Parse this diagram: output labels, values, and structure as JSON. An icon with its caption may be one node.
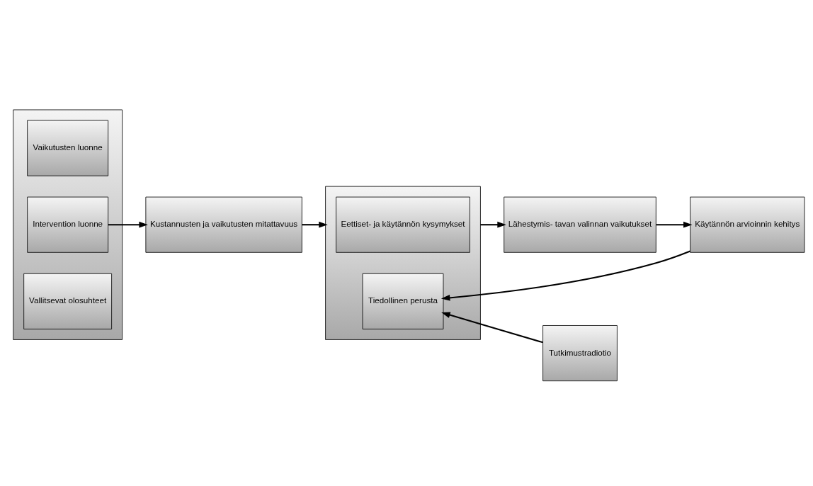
{
  "diagram": {
    "nodes": [
      {
        "text": [],
        "shape": "box"
      },
      {
        "text": [
          "Vaikutusten luonne"
        ],
        "in": 0
      },
      {
        "text": [
          "Intervention luonne"
        ],
        "in": 0
      },
      {
        "text": [
          "Vallitsevat olosuhteet"
        ],
        "in": 0
      },
      {
        "text": [
          "Kustannusten ja vaikutusten mitattavuus"
        ]
      },
      {
        "text": [],
        "shape": "box"
      },
      {
        "text": [
          "Eettiset- ja käytännön kysymykset"
        ],
        "in": 5
      },
      {
        "text": [
          "Tiedollinen perusta"
        ],
        "in": 5
      },
      {
        "text": [
          "Lähestymis- tavan valinnan vaikutukset"
        ]
      },
      {
        "text": [
          "Käytännön arvioinnin kehitys"
        ]
      },
      {
        "text": [
          "Tutkimustradiotio"
        ]
      }
    ],
    "edges": [
      {
        "from": 2,
        "to": 4,
        "arrow": "to"
      },
      {
        "from": 4,
        "to": 5,
        "arrow": "to"
      },
      {
        "from": 5,
        "to": 8,
        "arrow": "to"
      },
      {
        "from": 8,
        "to": 9,
        "arrow": "to"
      },
      {
        "from": 9,
        "to": 7,
        "arrow": "to"
      },
      {
        "from": 10,
        "to": 7,
        "arrow": "to"
      }
    ]
  }
}
